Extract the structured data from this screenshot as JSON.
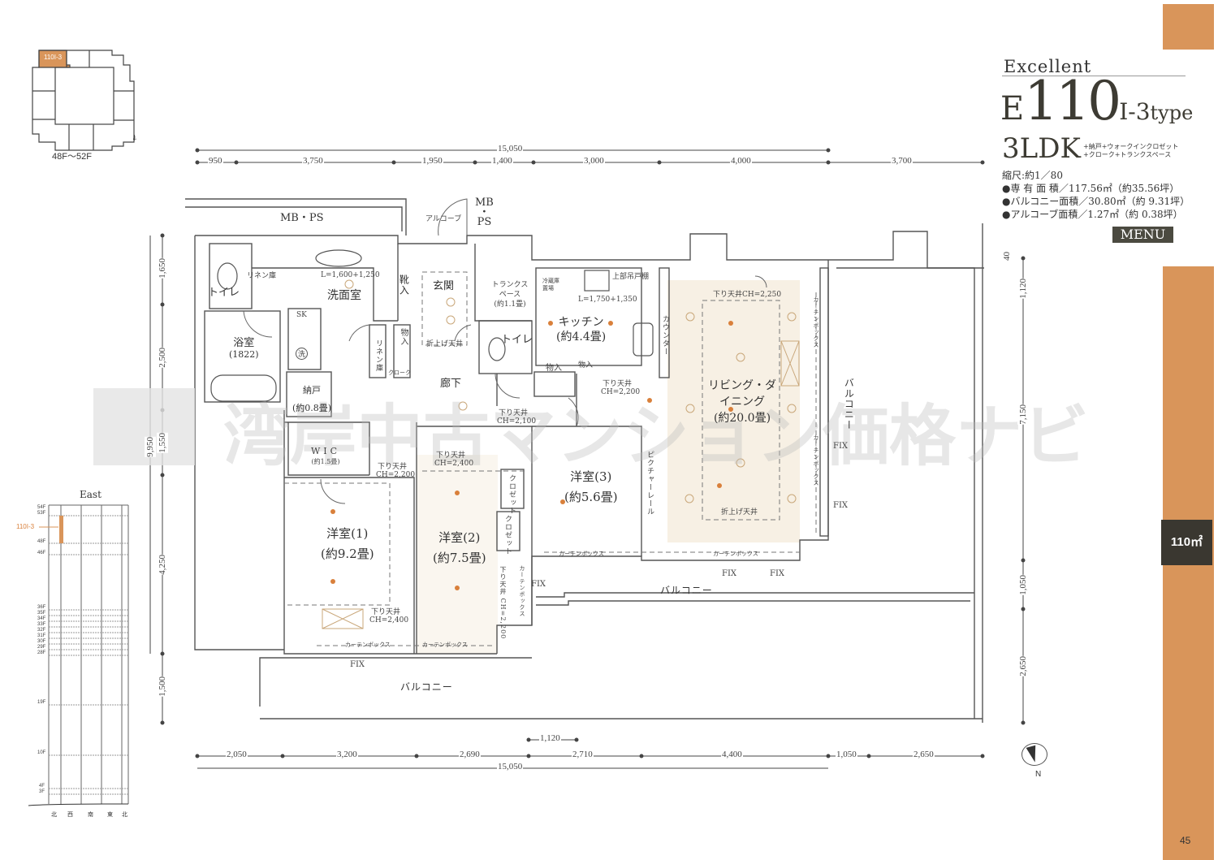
{
  "header": {
    "series": "Excellent",
    "type_prefix": "E",
    "type_number": "110",
    "type_suffix": "I-3",
    "type_word": "type",
    "layout": "3LDK",
    "layout_extras_1": "+納戸+ウォークインクロゼット",
    "layout_extras_2": "+クローク+トランクスペース",
    "scale": "縮尺:約1／80",
    "areas": [
      {
        "label": "専 有 面 積／",
        "value": "117.56㎡（約35.56坪）"
      },
      {
        "label": "バルコニー面積／",
        "value": "30.80㎡（約 9.31坪）"
      },
      {
        "label": "アルコーブ面積／",
        "value": "1.27㎡（約 0.38坪）"
      }
    ],
    "menu_label": "MENU"
  },
  "key_plan": {
    "unit_label": "110I-3",
    "floors": "48F〜52F",
    "highlight_color": "#d9955a"
  },
  "elevation": {
    "title": "East",
    "unit_label": "110I-3",
    "floor_labels": [
      "54F",
      "53F",
      "48F",
      "46F",
      "36F",
      "35F",
      "34F",
      "33F",
      "32F",
      "31F",
      "30F",
      "29F",
      "28F",
      "19F",
      "10F",
      "4F",
      "3F"
    ],
    "directions": [
      "北",
      "西",
      "南",
      "東",
      "北"
    ]
  },
  "side_tab": {
    "area_label": "110㎡",
    "page_number": "45",
    "color": "#d9955a"
  },
  "watermark": "湾岸中古マンション価格ナビ",
  "dimensions": {
    "top_total": "15,050",
    "top": [
      "950",
      "3,750",
      "1,950",
      "1,400",
      "3,000",
      "4,000",
      "3,700"
    ],
    "bottom": [
      "2,050",
      "3,200",
      "2,690",
      "2,710",
      "4,400",
      "1,050",
      "2,650"
    ],
    "bottom_total": "15,050",
    "bottom_extra": "1,120",
    "left": [
      "1,650",
      "2,500",
      "1,550",
      "4,250",
      "1,500"
    ],
    "left_total": "9,950",
    "right": [
      "40",
      "1,120",
      "7,150",
      "1,050",
      "2,650"
    ]
  },
  "rooms": {
    "mbps1": "MB・PS",
    "mbps2_a": "MB",
    "mbps2_b": "・",
    "mbps2_c": "PS",
    "alcove": "アルコーブ",
    "toilet1": "トイレ",
    "linen1": "リネン庫",
    "washroom": "洗面室",
    "washroom_counter": "L=1,600+1,250",
    "bath": "浴室",
    "bath_size": "(1822)",
    "sk": "SK",
    "washer": "洗",
    "storage_n": "納戸",
    "storage_n_size": "(約0.8畳)",
    "shoes": "靴入",
    "entrance": "玄関",
    "trunk": "トランクスペース",
    "trunk_size": "(約1.1畳)",
    "toilet2": "トイレ",
    "linen2": "リネン庫",
    "closet_small": "物入",
    "cloak": "クローク",
    "folded_ceiling1": "折上げ天井",
    "corridor": "廊下",
    "ceiling_2100": "下り天井 CH=2,100",
    "kitchen": "キッチン",
    "kitchen_size": "(約4.4畳)",
    "kitchen_counter": "L=1,750+1,350",
    "fridge": "冷蔵庫置場",
    "upper_cabinet": "上部吊戸棚",
    "counter": "カウンター",
    "storage_k1": "物入",
    "storage_k2": "物入",
    "ceiling_2200a": "下り天井 CH=2,200",
    "living": "リビング・ダイニング",
    "living_size": "(約20.0畳)",
    "ceiling_2250": "下り天井CH=2,250",
    "folded_ceiling2": "折上げ天井",
    "picture_rail": "ピクチャーレール",
    "curtain_box": "カーテンボックス",
    "wic": "WIC",
    "wic_size": "(約1.5畳)",
    "ceiling_2200b": "下り天井 CH=2,200",
    "ceiling_2400a": "下り天井 CH=2,400",
    "ceiling_2400b": "下り天井 CH=2,400",
    "ceiling_2200c": "下り天井 CH=2,200",
    "room1": "洋室(1)",
    "room1_size": "(約9.2畳)",
    "room2": "洋室(2)",
    "room2_size": "(約7.5畳)",
    "room3": "洋室(3)",
    "room3_size": "(約5.6畳)",
    "closet": "クロゼット",
    "fix": "FIX",
    "balcony": "バルコニー",
    "north": "N"
  }
}
